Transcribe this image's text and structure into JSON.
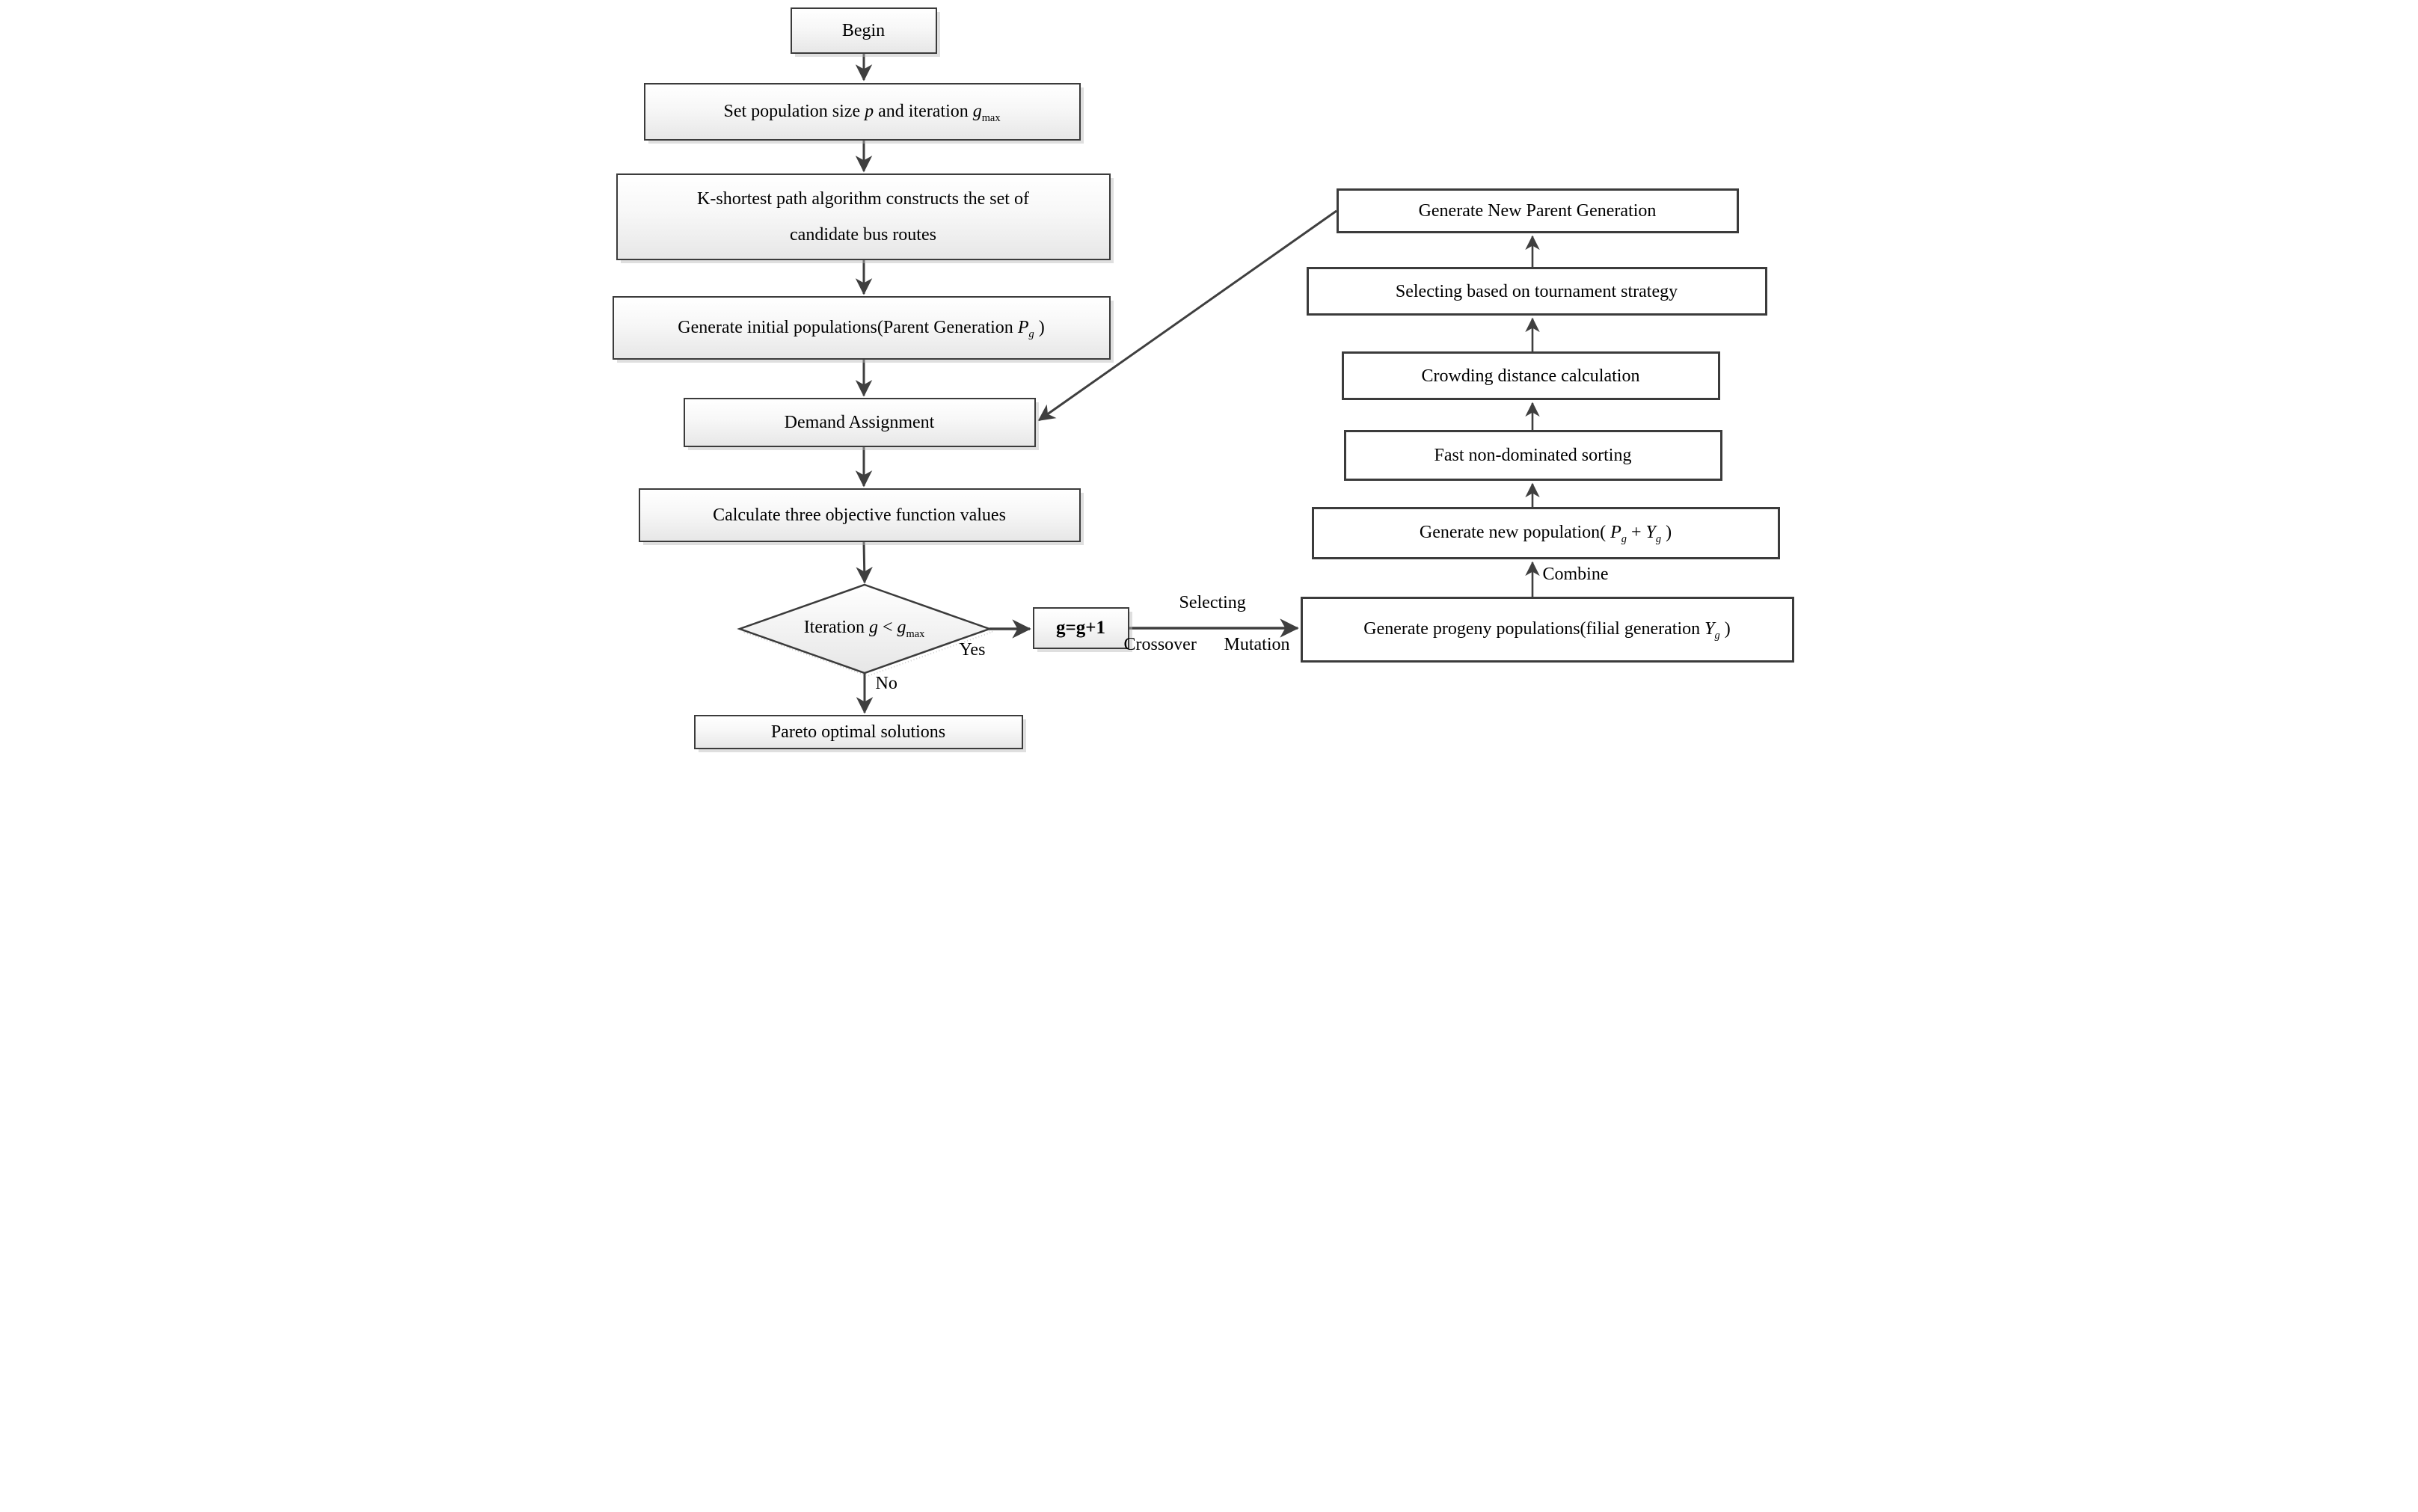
{
  "nodes": {
    "begin": {
      "text": "Begin"
    },
    "set_params": {
      "t1": "Set population size ",
      "v1": "p",
      "t2": " and iteration ",
      "v2": "g",
      "s2": "max"
    },
    "k_shortest": {
      "line1": "K-shortest path algorithm constructs the set of",
      "line2": "candidate bus routes"
    },
    "gen_initial": {
      "t1": "Generate initial populations(Parent Generation ",
      "v1": "P",
      "s1": "g",
      "t2": " )"
    },
    "demand": {
      "text": "Demand Assignment"
    },
    "calc_objectives": {
      "text": "Calculate three objective function values"
    },
    "decision": {
      "t1": "Iteration ",
      "v1": "g",
      "t2": " < ",
      "v2": "g",
      "s2": "max"
    },
    "pareto": {
      "text": "Pareto optimal solutions"
    },
    "increment": {
      "text": "g=g+1"
    },
    "progeny": {
      "t1": "Generate progeny populations(filial generation ",
      "v1": "Y",
      "s1": "g",
      "t2": " )"
    },
    "new_population": {
      "t1": "Generate new population( ",
      "v1": "P",
      "s1": "g",
      "t2": " + ",
      "v2": "Y",
      "s2": "g",
      "t3": " )"
    },
    "fast_sort": {
      "text": "Fast non-dominated sorting"
    },
    "crowding": {
      "text": "Crowding distance calculation"
    },
    "tournament": {
      "text": "Selecting based on tournament strategy"
    },
    "new_parent": {
      "text": "Generate New Parent Generation"
    }
  },
  "labels": {
    "yes": "Yes",
    "no": "No",
    "selecting": "Selecting",
    "crossover": "Crossover",
    "mutation": "Mutation",
    "combine": "Combine"
  },
  "colors": {
    "border": "#3b3b3b",
    "arrow": "#3f3f3f",
    "box_fill_top": "#ffffff",
    "box_fill_bottom": "#e7e7e7",
    "shadow": "#b9b9b9"
  }
}
